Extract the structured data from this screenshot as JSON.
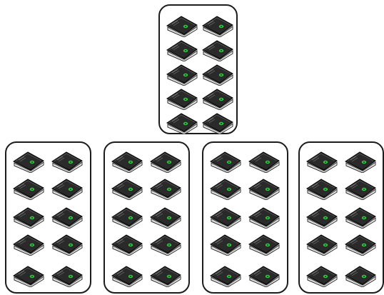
{
  "scene": {
    "background": "#ffffff",
    "box_border_color": "#1c1c1c",
    "book_cover_color": "#2a2a2a",
    "book_page_color": "#ffffff",
    "book_accent_color": "#2ecc40",
    "icon": "book-icon"
  },
  "groups": [
    {
      "id": "top",
      "books": 10
    },
    {
      "id": "bottom-1",
      "books": 10
    },
    {
      "id": "bottom-2",
      "books": 10
    },
    {
      "id": "bottom-3",
      "books": 10
    },
    {
      "id": "bottom-4",
      "books": 10
    }
  ]
}
